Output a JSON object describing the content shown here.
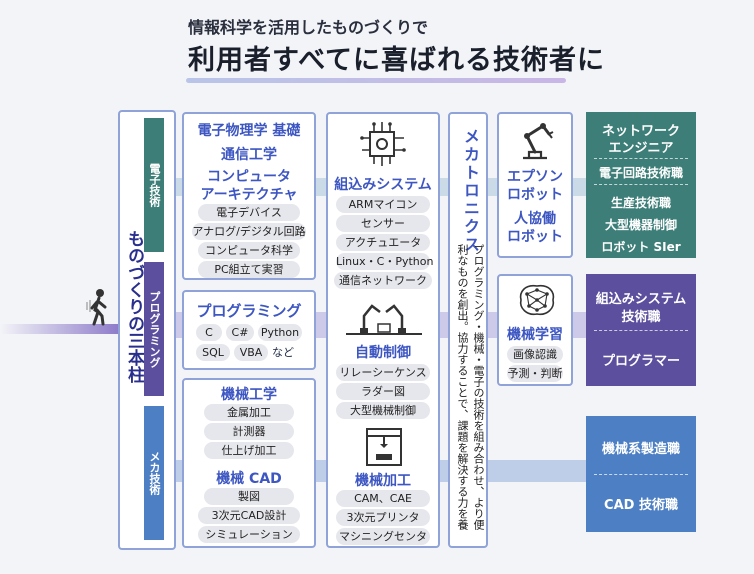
{
  "header": {
    "subtitle": "情報科学を活用したものづくりで",
    "title": "利用者すべてに喜ばれる技術者に"
  },
  "pillar": {
    "label": "ものづくりの三本柱"
  },
  "tabs": [
    {
      "label": "電子技術",
      "color": "#3d7e78"
    },
    {
      "label": "プログラミング",
      "color": "#5c4f9e"
    },
    {
      "label": "メカ技術",
      "color": "#4d7fc4"
    }
  ],
  "col1": {
    "electronics": {
      "heading1": "電子物理学 基礎",
      "heading2": "通信工学",
      "heading3": "コンピュータ",
      "heading4": "アーキテクチャ",
      "items": [
        "電子デバイス",
        "アナログ/デジタル回路",
        "コンピュータ科学",
        "PC組立て実習"
      ]
    },
    "programming": {
      "heading": "プログラミング",
      "langs": [
        "C",
        "C#",
        "Python",
        "SQL",
        "VBA",
        "など"
      ]
    },
    "mechanical": {
      "heading1": "機械工学",
      "items1": [
        "金属加工",
        "計測器",
        "仕上げ加工"
      ],
      "heading2": "機械 CAD",
      "items2": [
        "製図",
        "3次元CAD設計",
        "シミュレーション"
      ]
    }
  },
  "col2": {
    "embedded": {
      "heading": "組込みシステム",
      "items": [
        "ARMマイコン",
        "センサー",
        "アクチュエータ",
        "Linux・C・Python",
        "通信ネットワーク"
      ]
    },
    "control": {
      "heading": "自動制御",
      "items": [
        "リレーシーケンス",
        "ラダー図",
        "大型機械制御"
      ]
    },
    "machining": {
      "heading": "機械加工",
      "items": [
        "CAM、CAE",
        "3次元プリンタ",
        "マシニングセンタ"
      ]
    }
  },
  "mecha": {
    "title": "メカトロニクス",
    "desc": "プログラミング・機械・電子の技術を組み合わせ、より便利なものを創出。協力することで、課題を解決する力を養う。"
  },
  "col4": {
    "robot": {
      "line1": "エプソン",
      "line2": "ロボット",
      "line3": "人協働",
      "line4": "ロボット"
    },
    "ml": {
      "heading": "機械学習",
      "items": [
        "画像認識",
        "予測・判断"
      ]
    }
  },
  "careers": {
    "group1": {
      "items": [
        "ネットワーク",
        "エンジニア",
        "電子回路技術職",
        "生産技術職",
        "大型機器制御",
        "ロボット SIer"
      ],
      "color": "#3d7e78"
    },
    "group2": {
      "items": [
        "組込みシステム",
        "技術職",
        "プログラマー"
      ],
      "color": "#5c4f9e"
    },
    "group3": {
      "items": [
        "機械系製造職",
        "CAD 技術職"
      ],
      "color": "#4d7fc4"
    }
  }
}
